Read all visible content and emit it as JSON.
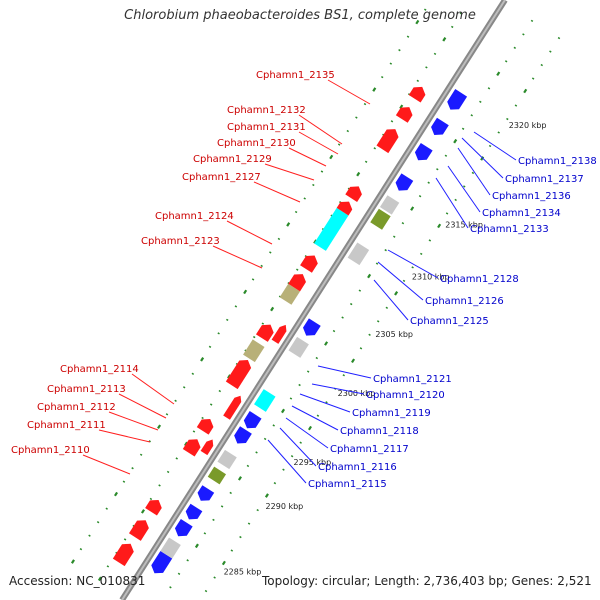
{
  "title": "Chlorobium phaeobacteroides BS1, complete genome",
  "footer": {
    "accession": "Accession: NC_010831",
    "summary": "Topology: circular; Length: 2,736,403 bp; Genes: 2,521"
  },
  "colors": {
    "backbone": "#999999",
    "forward_gene": "#ff1a1a",
    "reverse_gene": "#1a1aff",
    "rrna_like": "#00ffff",
    "other_feature": "#b8b078",
    "olive_feature": "#7a9a2a",
    "gray_feature": "#c8c8c8",
    "tick": "#2a8a2a",
    "forward_label": "#cc0000",
    "reverse_label": "#0000cc"
  },
  "scale_labels": [
    "2285 kbp",
    "2290 kbp",
    "2295 kbp",
    "2300 kbp",
    "2305 kbp",
    "2310 kbp",
    "2315 kbp",
    "2320 kbp"
  ],
  "forward_labels": [
    "Cphamn1_2135",
    "Cphamn1_2132",
    "Cphamn1_2131",
    "Cphamn1_2130",
    "Cphamn1_2129",
    "Cphamn1_2127",
    "Cphamn1_2124",
    "Cphamn1_2123",
    "Cphamn1_2114",
    "Cphamn1_2113",
    "Cphamn1_2112",
    "Cphamn1_2111",
    "Cphamn1_2110"
  ],
  "reverse_labels": [
    "Cphamn1_2138",
    "Cphamn1_2137",
    "Cphamn1_2136",
    "Cphamn1_2134",
    "Cphamn1_2133",
    "Cphamn1_2128",
    "Cphamn1_2126",
    "Cphamn1_2125",
    "Cphamn1_2121",
    "Cphamn1_2120",
    "Cphamn1_2119",
    "Cphamn1_2118",
    "Cphamn1_2117",
    "Cphamn1_2116",
    "Cphamn1_2115"
  ]
}
